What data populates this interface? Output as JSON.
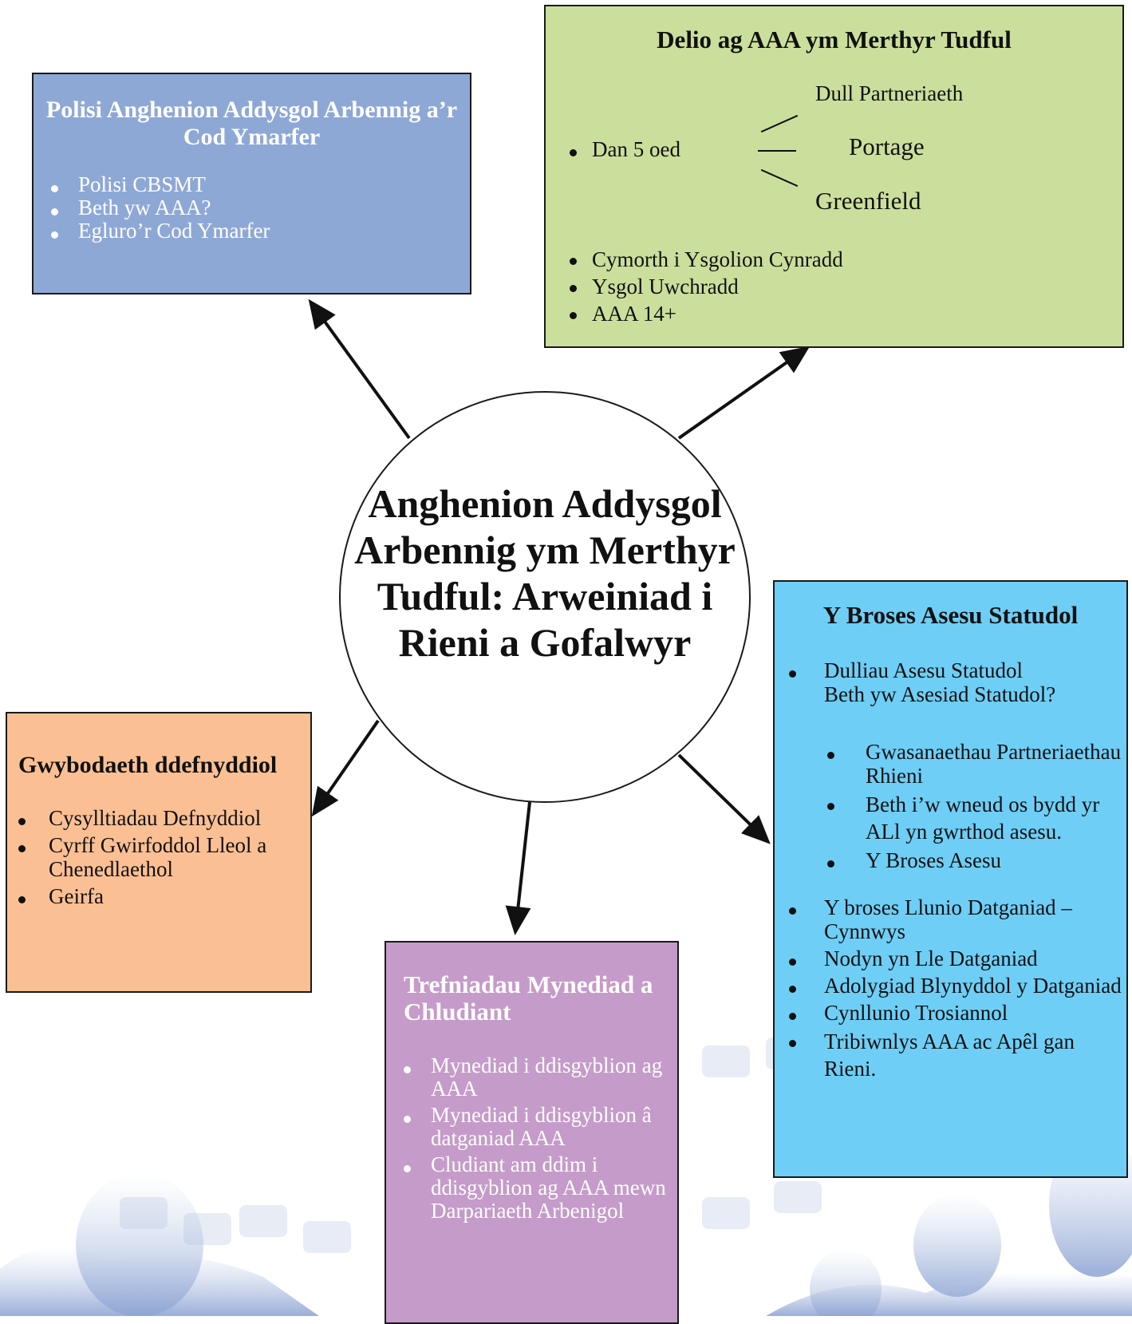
{
  "center": {
    "title": "Anghenion Addysgol Arbennig ym Merthyr Tudful: Arweiniad i Rieni a Gofalwyr"
  },
  "policy_box": {
    "title": "Polisi Anghenion Addysgol Arbennig a’r Cod Ymarfer",
    "items": [
      "Polisi CBSMT",
      "Beth yw AAA?",
      "Egluro’r Cod Ymarfer"
    ],
    "color": "#8ea8d6"
  },
  "merthyr_box": {
    "title": "Delio ag AAA ym Merthyr Tudful",
    "under5": "Dan 5 oed",
    "branches": [
      "Dull Partneriaeth",
      "Portage",
      "Greenfield"
    ],
    "items": [
      "Cymorth i Ysgolion Cynradd",
      "Ysgol Uwchradd",
      "AAA 14+"
    ],
    "color": "#cbdf9c"
  },
  "asesu_box": {
    "title": "Y Broses Asesu Statudol",
    "list1": [
      "Dulliau Asesu Statudol",
      "Beth yw Asesiad Statudol?"
    ],
    "list2": [
      "Gwasanaethau Partneriaethau Rhieni",
      "Beth i’w wneud os bydd yr ALl yn gwrthod asesu.",
      "Y Broses Asesu"
    ],
    "list3": [
      "Y broses Llunio Datganiad – Cynnwys",
      "Nodyn yn Lle Datganiad",
      "Adolygiad Blynyddol y Datganiad",
      "Cynllunio Trosiannol",
      "Tribiwnlys AAA ac Apêl gan Rieni."
    ],
    "color": "#6ecef6"
  },
  "gwyb_box": {
    "title": "Gwybodaeth ddefnyddiol",
    "items": [
      "Cysylltiadau Defnyddiol",
      "Cyrff Gwirfoddol Lleol a Chenedlaethol",
      "Geirfa"
    ],
    "color": "#fbbf94"
  },
  "trefn_box": {
    "title": "Trefniadau Mynediad a Chludiant",
    "items": [
      "Mynediad i ddisgyblion ag AAA",
      "Mynediad i ddisgyblion â datganiad AAA",
      "Cludiant am ddim i ddisgyblion ag AAA mewn Darpariaeth Arbenigol"
    ],
    "color": "#c59bc9"
  }
}
